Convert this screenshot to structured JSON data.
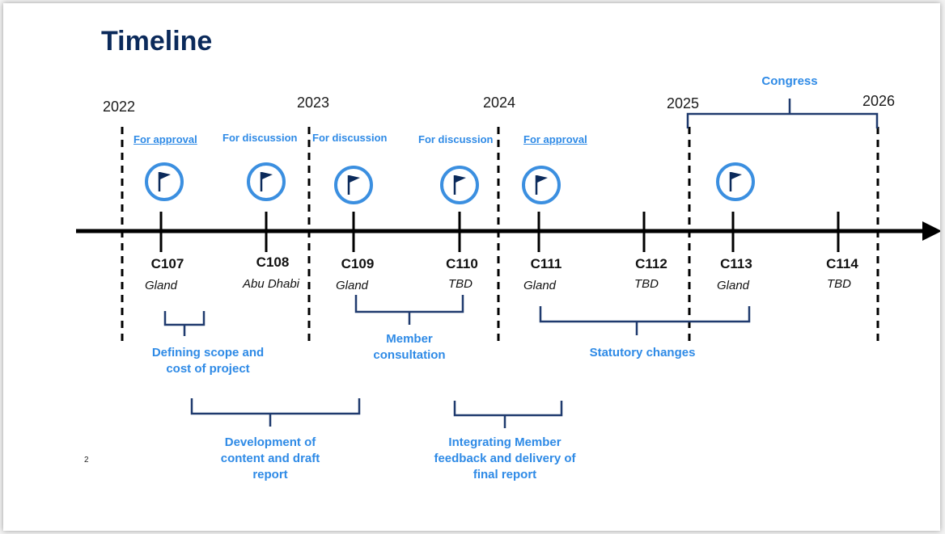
{
  "title": "Timeline",
  "page_number": "2",
  "years": [
    "2022",
    "2023",
    "2024",
    "2025",
    "2026"
  ],
  "meetings": [
    {
      "code": "C107",
      "location": "Gland",
      "status": "For approval"
    },
    {
      "code": "C108",
      "location": "Abu Dhabi",
      "status": "For discussion"
    },
    {
      "code": "C109",
      "location": "Gland",
      "status": "For discussion"
    },
    {
      "code": "C110",
      "location": "TBD",
      "status": "For discussion"
    },
    {
      "code": "C111",
      "location": "Gland",
      "status": "For approval"
    },
    {
      "code": "C112",
      "location": "TBD",
      "status": ""
    },
    {
      "code": "C113",
      "location": "Gland",
      "status": ""
    },
    {
      "code": "C114",
      "location": "TBD",
      "status": ""
    }
  ],
  "phases": {
    "defining_scope": "Defining scope and cost of project",
    "member_consultation": "Member consultation",
    "statutory_changes": "Statutory changes",
    "development": "Development of content and draft report",
    "integrating": "Integrating Member feedback and delivery of final report",
    "congress": "Congress"
  },
  "icons": {
    "milestone": "flag-icon"
  },
  "colors": {
    "accent": "#2e8ae6",
    "title": "#0b2a5b",
    "bracket": "#1f3a6e",
    "axis": "#000000"
  }
}
